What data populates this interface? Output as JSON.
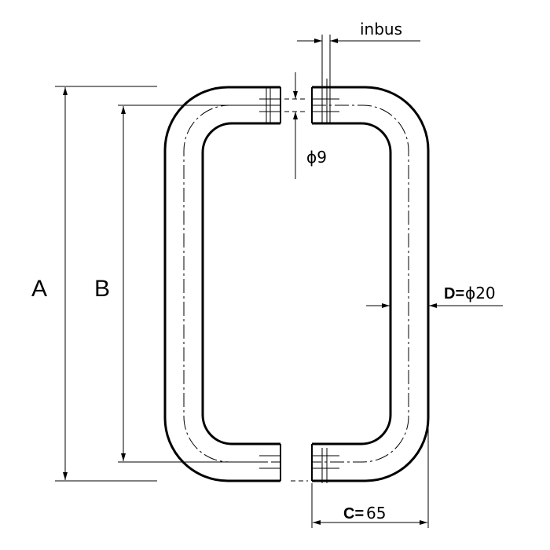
{
  "labels": {
    "inbus": "inbus",
    "hole_diameter": "ϕ9",
    "dim_A": "A",
    "dim_B": "B",
    "dim_C_name": "C=",
    "dim_C_value": "65",
    "dim_D_name": "D=",
    "dim_D_value": "ϕ20"
  },
  "colors": {
    "line": "#000000",
    "background": "#ffffff"
  }
}
